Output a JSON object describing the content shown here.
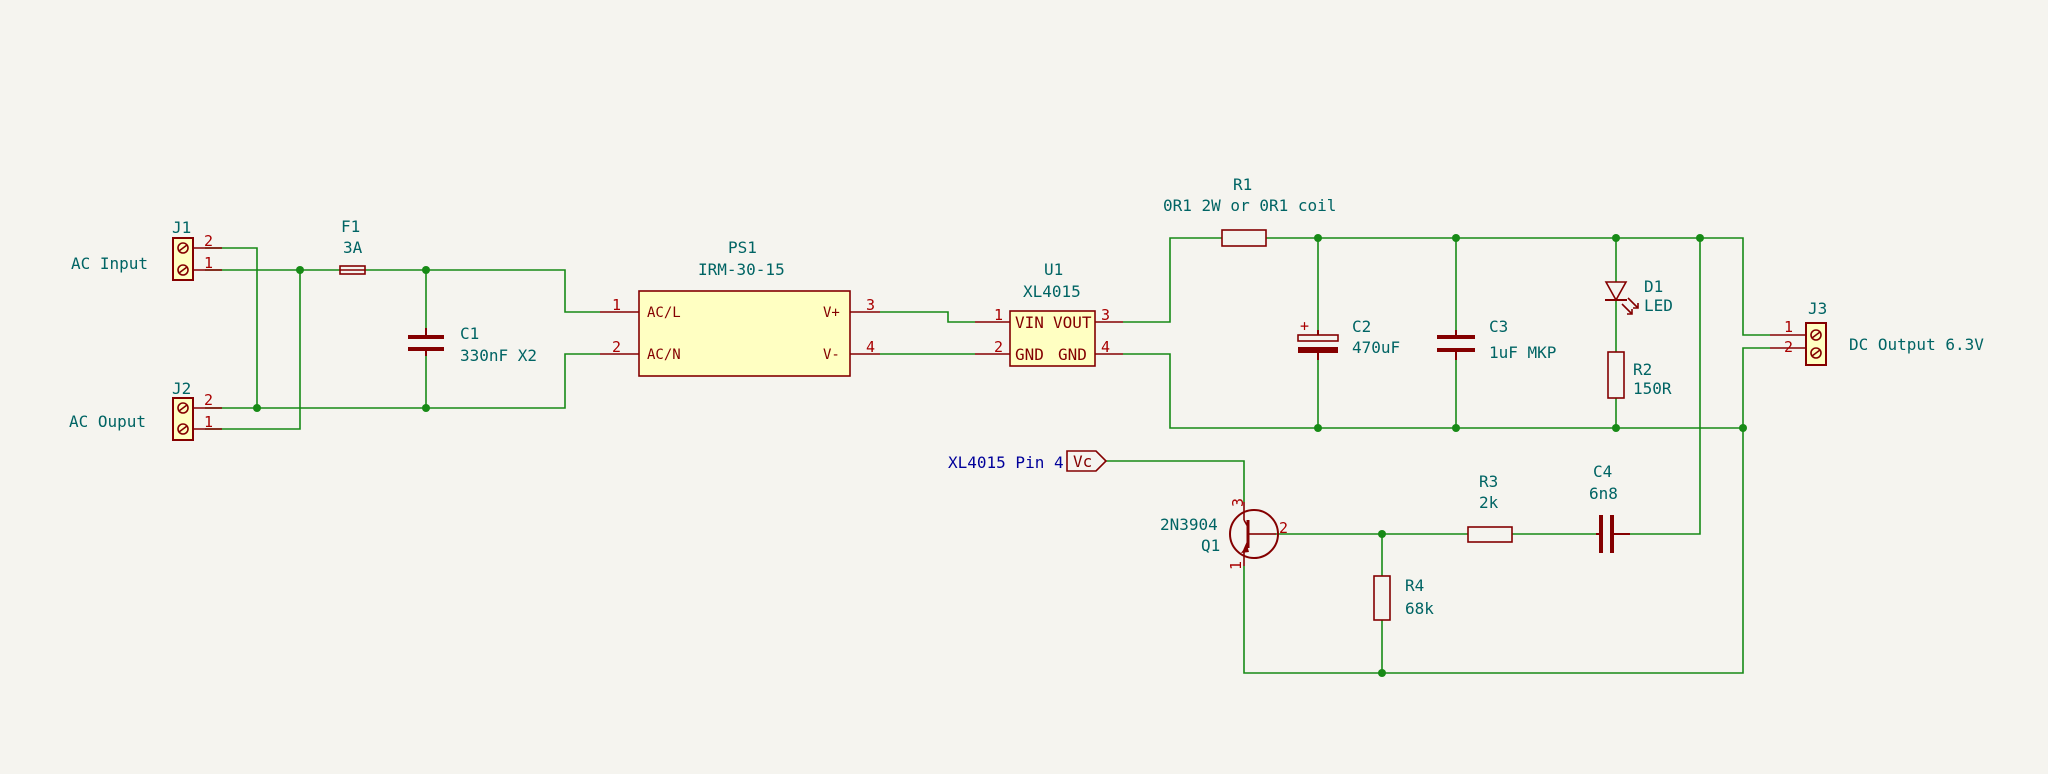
{
  "schematic": {
    "labels": {
      "ac_input": "AC Input",
      "ac_output": "AC Ouput",
      "dc_output": "DC Output 6.3V"
    },
    "global_label": {
      "net": "XL4015 Pin 4",
      "text": "Vc"
    },
    "components": {
      "J1": {
        "ref": "J1",
        "pins": [
          "2",
          "1"
        ]
      },
      "J2": {
        "ref": "J2",
        "pins": [
          "2",
          "1"
        ]
      },
      "J3": {
        "ref": "J3",
        "pins": [
          "1",
          "2"
        ]
      },
      "F1": {
        "ref": "F1",
        "value": "3A"
      },
      "C1": {
        "ref": "C1",
        "value": "330nF X2"
      },
      "PS1": {
        "ref": "PS1",
        "value": "IRM-30-15",
        "pins": [
          "1",
          "2",
          "3",
          "4"
        ],
        "pin_names": [
          "AC/L",
          "AC/N",
          "V+",
          "V-"
        ]
      },
      "U1": {
        "ref": "U1",
        "value": "XL4015",
        "pins": [
          "1",
          "2",
          "3",
          "4"
        ],
        "pin_names": [
          "VIN",
          "GND",
          "VOUT",
          "GND"
        ]
      },
      "R1": {
        "ref": "R1",
        "value": "0R1 2W or 0R1 coil"
      },
      "C2": {
        "ref": "C2",
        "value": "470uF",
        "polarity": "+"
      },
      "C3": {
        "ref": "C3",
        "value": "1uF MKP"
      },
      "D1": {
        "ref": "D1",
        "value": "LED"
      },
      "R2": {
        "ref": "R2",
        "value": "150R"
      },
      "Q1": {
        "ref": "Q1",
        "value": "2N3904",
        "pins": [
          "3",
          "2",
          "1"
        ]
      },
      "R3": {
        "ref": "R3",
        "value": "2k"
      },
      "C4": {
        "ref": "C4",
        "value": "6n8"
      },
      "R4": {
        "ref": "R4",
        "value": "68k"
      }
    }
  }
}
